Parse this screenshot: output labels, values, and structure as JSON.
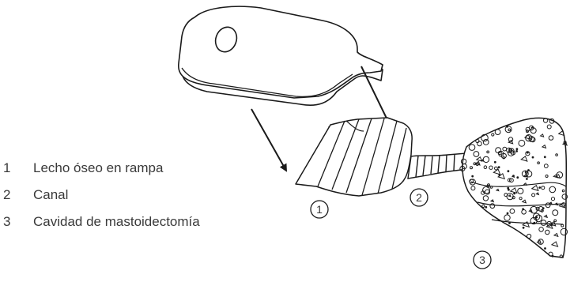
{
  "legend": [
    {
      "number": "1",
      "label": "Lecho óseo en rampa"
    },
    {
      "number": "2",
      "label": "Canal"
    },
    {
      "number": "3",
      "label": "Cavidad de mastoidectomía"
    }
  ],
  "callouts": [
    "1",
    "2",
    "3"
  ],
  "colors": {
    "line": "#1a1a1a",
    "text": "#3a3a3a",
    "device_fill": "#ffffff"
  }
}
